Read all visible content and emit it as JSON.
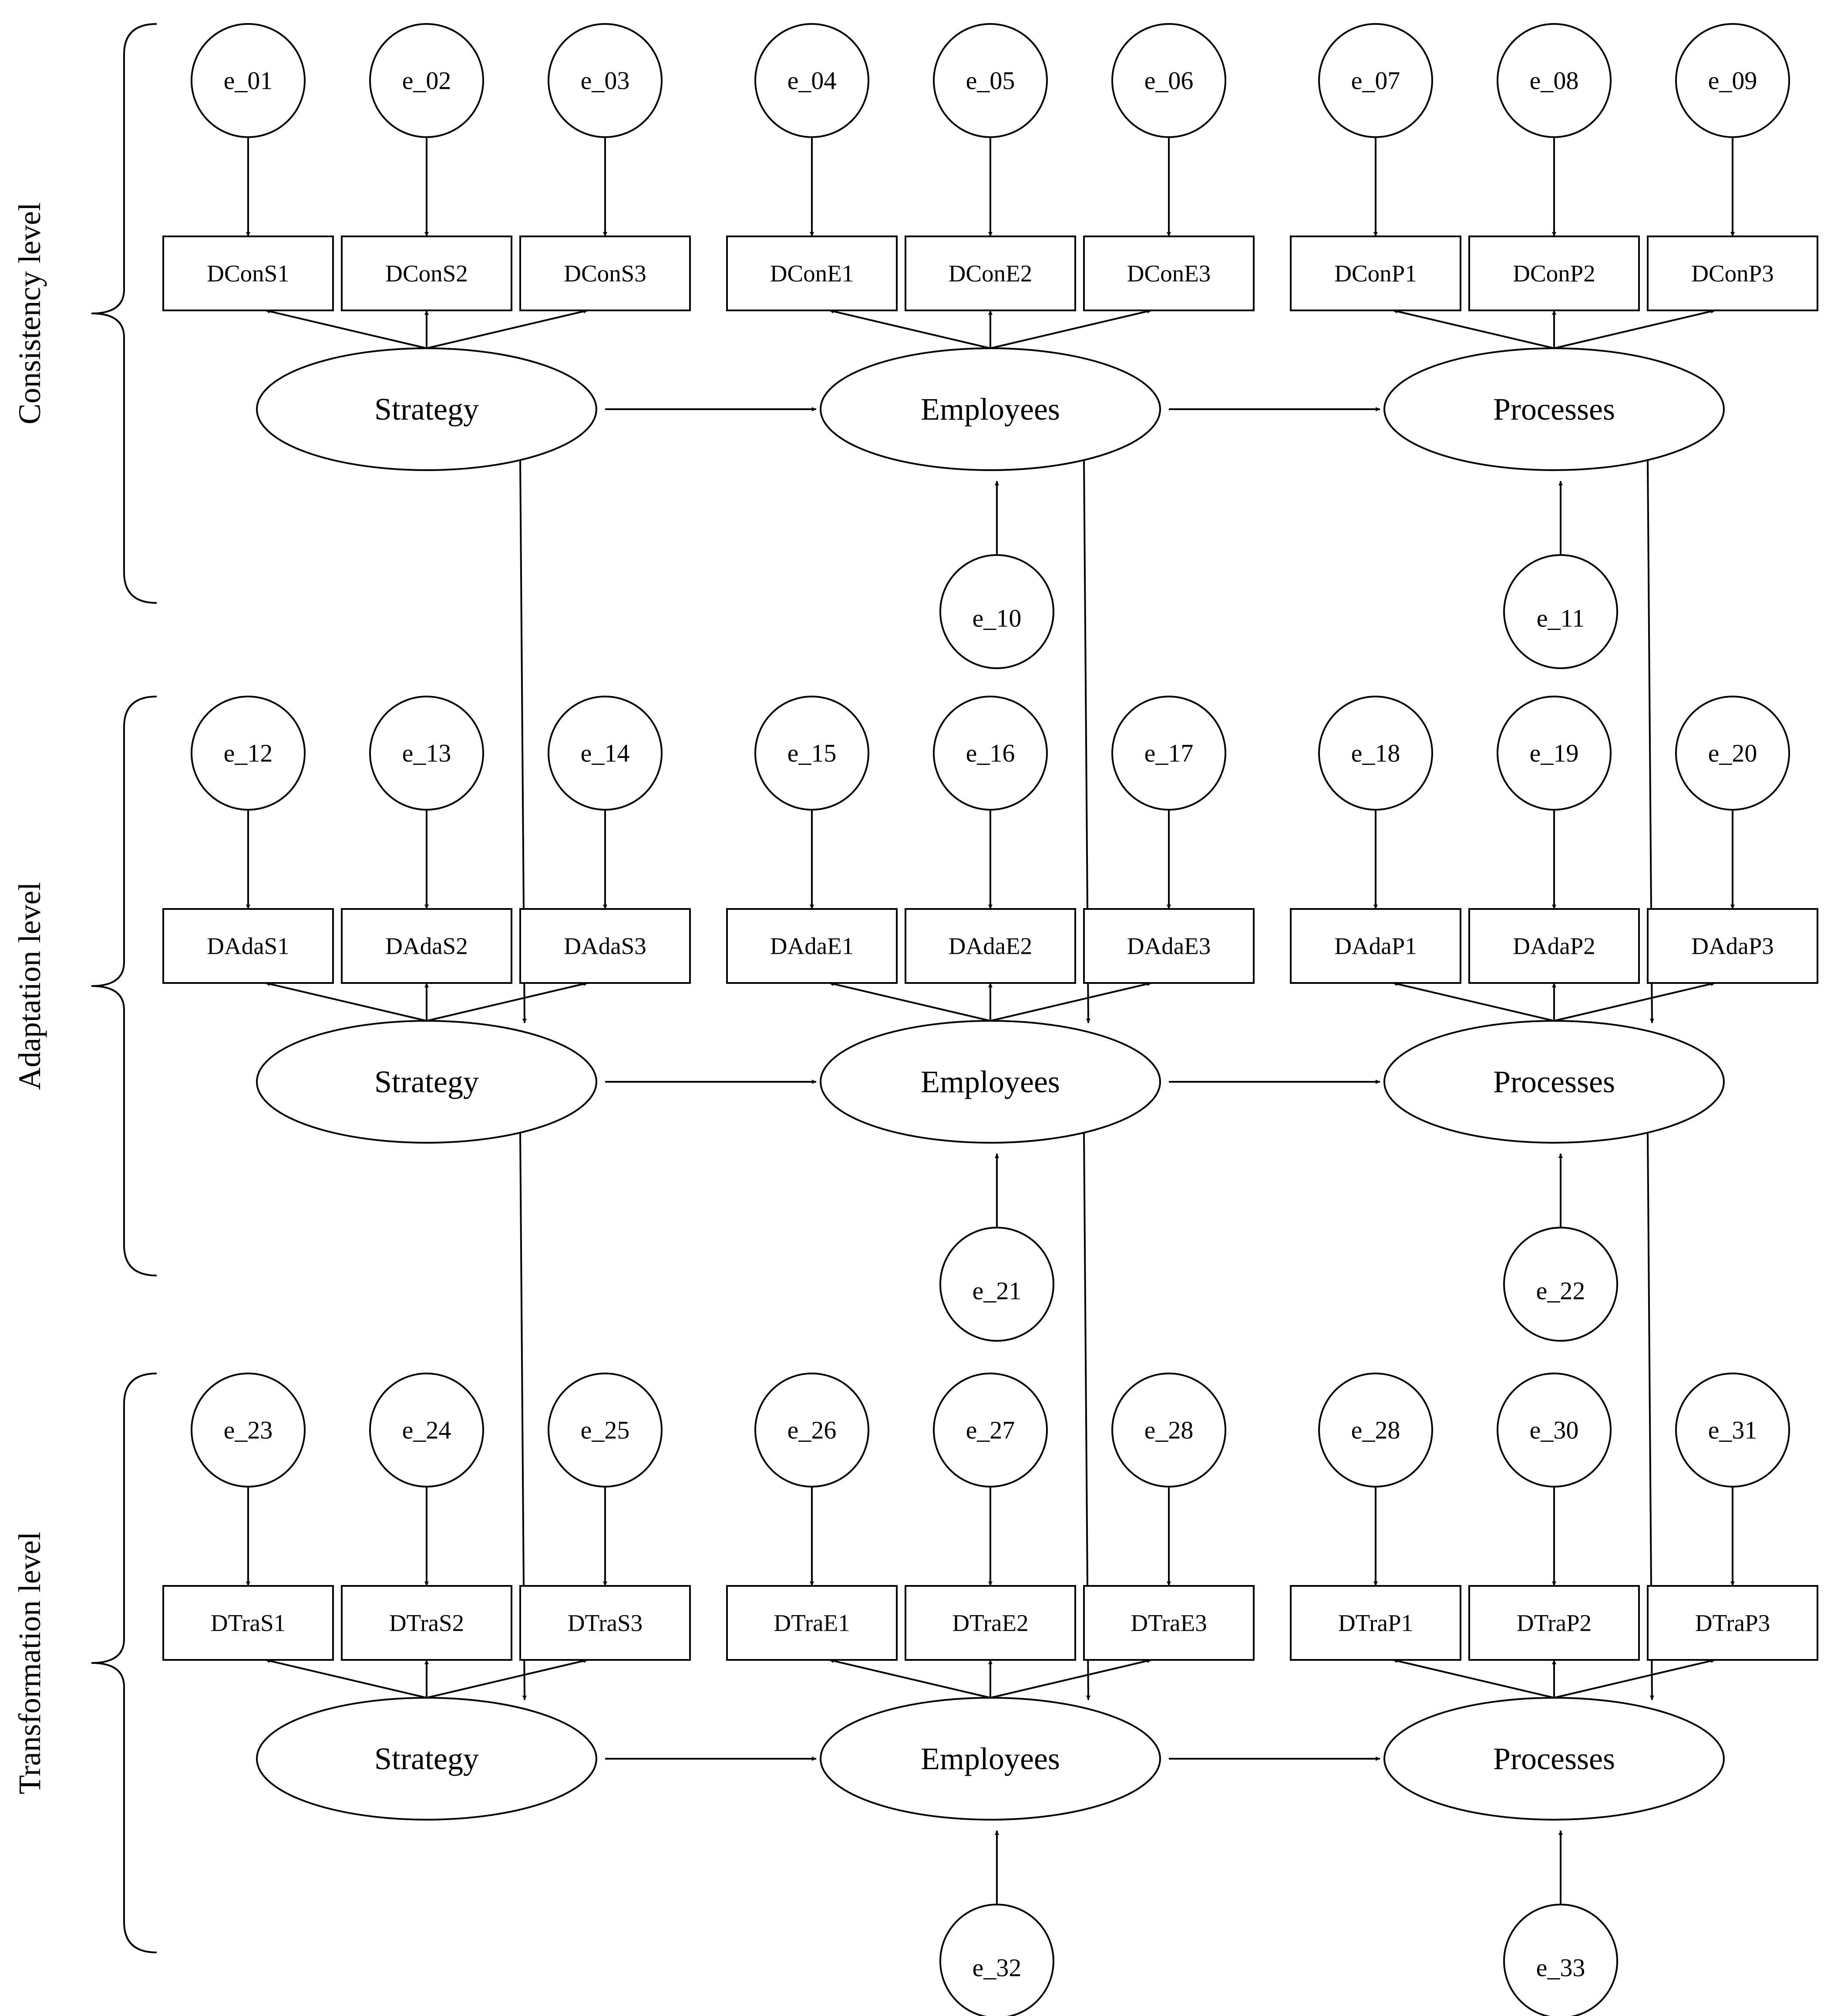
{
  "levels": [
    {
      "label": "Consistency level",
      "latents": [
        "Strategy",
        "Employees",
        "Processes"
      ],
      "indicators": [
        [
          "DConS1",
          "DConS2",
          "DConS3"
        ],
        [
          "DConE1",
          "DConE2",
          "DConE3"
        ],
        [
          "DConP1",
          "DConP2",
          "DConP3"
        ]
      ],
      "indicator_errors": [
        [
          "e_01",
          "e_02",
          "e_03"
        ],
        [
          "e_04",
          "e_05",
          "e_06"
        ],
        [
          "e_07",
          "e_08",
          "e_09"
        ]
      ],
      "disturbances": [
        "e_10",
        "e_11"
      ]
    },
    {
      "label": "Adaptation level",
      "latents": [
        "Strategy",
        "Employees",
        "Processes"
      ],
      "indicators": [
        [
          "DAdaS1",
          "DAdaS2",
          "DAdaS3"
        ],
        [
          "DAdaE1",
          "DAdaE2",
          "DAdaE3"
        ],
        [
          "DAdaP1",
          "DAdaP2",
          "DAdaP3"
        ]
      ],
      "indicator_errors": [
        [
          "e_12",
          "e_13",
          "e_14"
        ],
        [
          "e_15",
          "e_16",
          "e_17"
        ],
        [
          "e_18",
          "e_19",
          "e_20"
        ]
      ],
      "disturbances": [
        "e_21",
        "e_22"
      ]
    },
    {
      "label": "Transformation level",
      "latents": [
        "Strategy",
        "Employees",
        "Processes"
      ],
      "indicators": [
        [
          "DTraS1",
          "DTraS2",
          "DTraS3"
        ],
        [
          "DTraE1",
          "DTraE2",
          "DTraE3"
        ],
        [
          "DTraP1",
          "DTraP2",
          "DTraP3"
        ]
      ],
      "indicator_errors": [
        [
          "e_23",
          "e_24",
          "e_25"
        ],
        [
          "e_26",
          "e_27",
          "e_28"
        ],
        [
          "e_28",
          "e_30",
          "e_31"
        ]
      ],
      "disturbances": [
        "e_32",
        "e_33"
      ]
    }
  ]
}
